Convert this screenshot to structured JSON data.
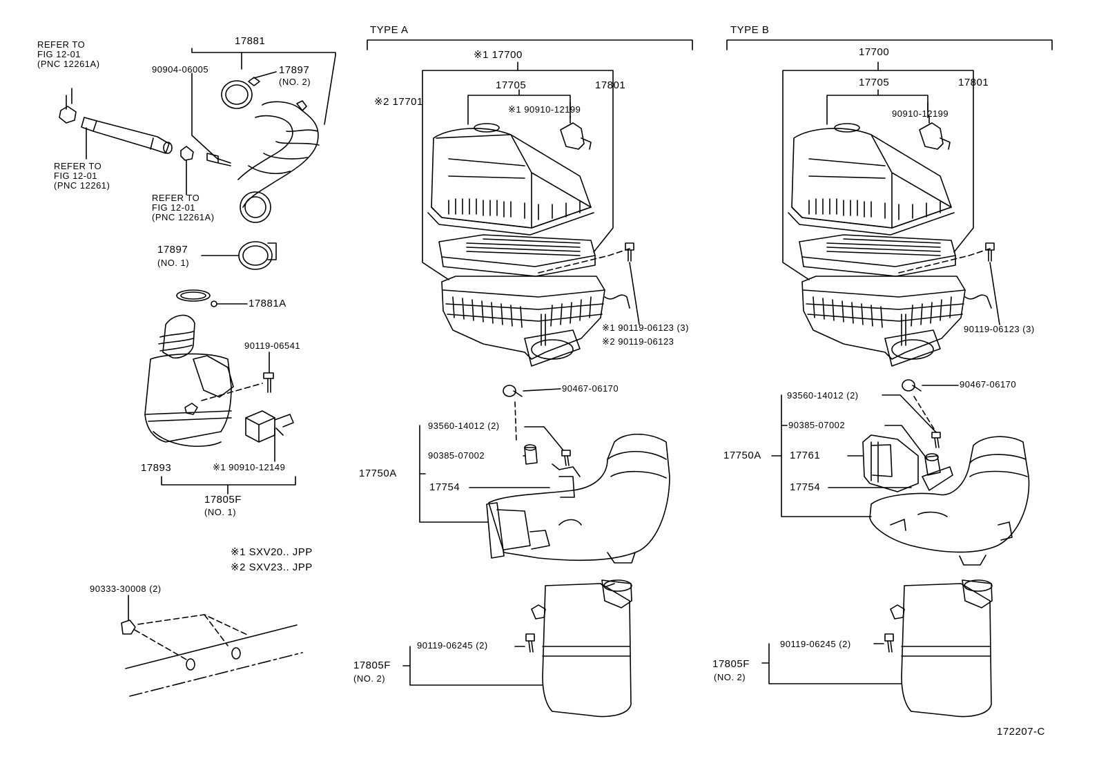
{
  "left": {
    "ref_a": "REFER TO\nFIG 12-01\n(PNC 12261A)",
    "ref_b": "REFER TO\nFIG 12-01\n(PNC 12261)",
    "ref_c": "REFER TO\nFIG 12-01\n(PNC 12261A)",
    "p17881": "17881",
    "p90904": "90904-06005",
    "p17897_2": "17897",
    "p17897_2_no": "(NO. 2)",
    "p17897_1": "17897",
    "p17897_1_no": "(NO. 1)",
    "p17881A": "17881A",
    "p90119_06541": "90119-06541",
    "p17893": "17893",
    "p90910_12149": "※1 90910-12149",
    "p17805F": "17805F",
    "p17805F_no": "(NO. 1)",
    "note1": "※1 SXV20.. JPP",
    "note2": "※2 SXV23.. JPP",
    "p90333": "90333-30008 (2)"
  },
  "typeA": {
    "title": "TYPE A",
    "p17700": "※1 17700",
    "p17705": "17705",
    "p17801": "17801",
    "p17701": "※2 17701",
    "p90910": "※1 90910-12199",
    "p90119_1": "※1 90119-06123 (3)",
    "p90119_2": "※2 90119-06123",
    "p90467": "90467-06170",
    "p93560": "93560-14012 (2)",
    "p90385": "90385-07002",
    "p17750A": "17750A",
    "p17754": "17754",
    "p90119_06245": "90119-06245 (2)",
    "p17805F": "17805F",
    "p17805F_no": "(NO. 2)"
  },
  "typeB": {
    "title": "TYPE B",
    "p17700": "17700",
    "p17705": "17705",
    "p17801": "17801",
    "p90910": "90910-12199",
    "p90119": "90119-06123 (3)",
    "p90467": "90467-06170",
    "p93560": "93560-14012 (2)",
    "p90385": "90385-07002",
    "p17750A": "17750A",
    "p17761": "17761",
    "p17754": "17754",
    "p90119_06245": "90119-06245 (2)",
    "p17805F": "17805F",
    "p17805F_no": "(NO. 2)"
  },
  "figure_id": "172207-C"
}
